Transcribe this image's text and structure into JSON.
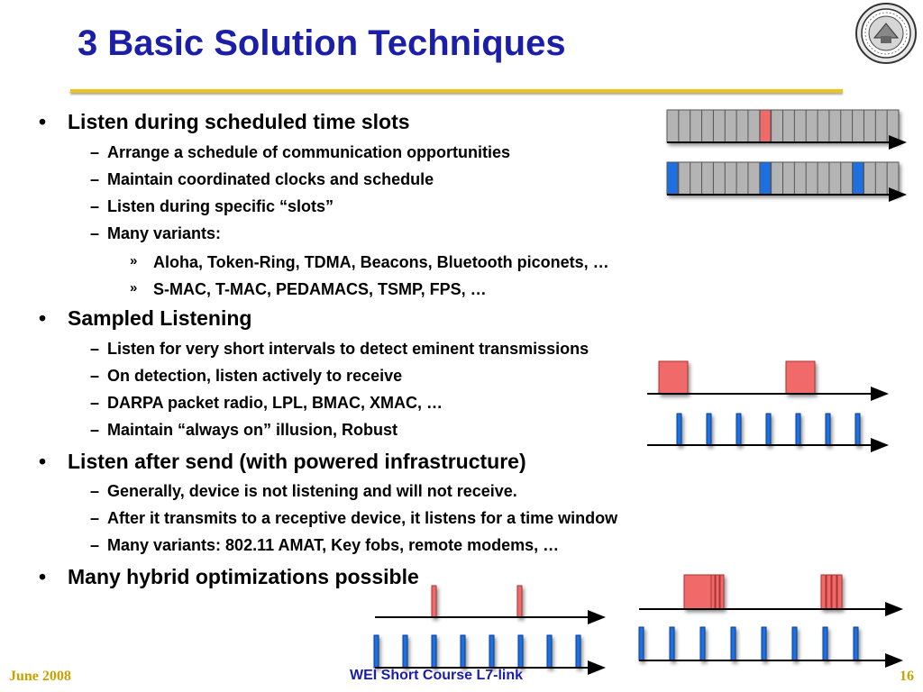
{
  "slide": {
    "title": "3 Basic Solution Techniques",
    "bullet_mark": "•",
    "dash_mark": "–",
    "sub_mark": "»",
    "sections": [
      {
        "heading": "Listen during scheduled time slots",
        "items": [
          "Arrange a schedule of communication opportunities",
          "Maintain coordinated clocks and schedule",
          "Listen during specific “slots”",
          "Many variants:"
        ],
        "subitems": [
          "Aloha, Token-Ring, TDMA, Beacons, Bluetooth piconets, …",
          "S-MAC, T-MAC, PEDAMACS, TSMP, FPS, …"
        ]
      },
      {
        "heading": "Sampled Listening",
        "items": [
          "Listen for very short intervals to detect eminent transmissions",
          "On detection, listen actively to receive",
          "DARPA packet radio, LPL, BMAC, XMAC, …",
          "Maintain “always on” illusion, Robust"
        ]
      },
      {
        "heading": "Listen after send (with powered infrastructure)",
        "items": [
          "Generally, device is not listening and will not receive.",
          "After it transmits to a receptive device, it listens for a time window",
          "Many variants: 802.11 AMAT, Key fobs, remote modems, …"
        ]
      },
      {
        "heading": "Many hybrid optimizations possible"
      }
    ]
  },
  "footer": {
    "date": "June 2008",
    "course": "WEI Short Course L7-link",
    "page": "16"
  },
  "colors": {
    "title": "#1b1ea6",
    "rule": "#f2c21a",
    "slot_gray": "#b4b4b4",
    "slot_red": "#f06b6b",
    "slot_blue": "#1d6fe0",
    "footer_gold": "#c9a100"
  },
  "icons": {
    "seal": "university-seal-icon"
  }
}
